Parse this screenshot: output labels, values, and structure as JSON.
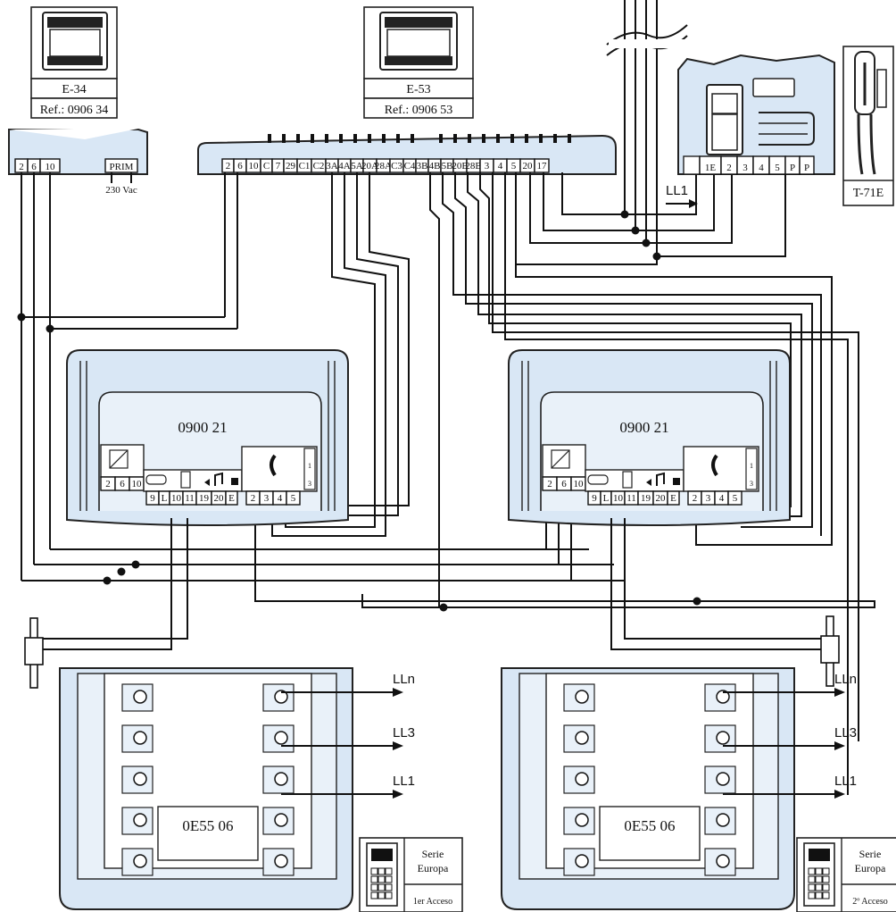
{
  "monitors_top": {
    "e34": {
      "model": "E-34",
      "ref": "Ref.: 0906 34",
      "terminals": [
        "2",
        "6",
        "10"
      ],
      "prim": "PRIM",
      "voltage": "230 Vac"
    },
    "e53": {
      "model": "E-53",
      "ref": "Ref.: 0906 53",
      "terminals": [
        "2",
        "6",
        "10",
        "C",
        "7",
        "29",
        "C1",
        "C2",
        "3A",
        "4A",
        "5A",
        "20A",
        "28A",
        "C3",
        "C4",
        "3B",
        "4B",
        "5B",
        "20B",
        "28B",
        "3",
        "4",
        "5",
        "20",
        "17"
      ]
    },
    "t71e": {
      "model": "T-71E",
      "terminals": [
        "1E",
        "2",
        "3",
        "4",
        "5",
        "P",
        "P"
      ],
      "line": "LL1"
    }
  },
  "door_panels": [
    {
      "module": "0900 21",
      "terminals_top": [
        "2",
        "6",
        "10"
      ],
      "terminals_bottom": [
        "9",
        "L",
        "10",
        "11",
        "19",
        "20",
        "E"
      ],
      "terminals_right": [
        "2",
        "3",
        "4",
        "5"
      ],
      "speaker_labels": [
        "1",
        "3"
      ],
      "pushbutton_module": "0E55 06",
      "lines": [
        "LLn",
        "LL3",
        "LL1"
      ],
      "series": "Serie Europa",
      "access": "1er Acceso"
    },
    {
      "module": "0900 21",
      "terminals_top": [
        "2",
        "6",
        "10"
      ],
      "terminals_bottom": [
        "9",
        "L",
        "10",
        "11",
        "19",
        "20",
        "E"
      ],
      "terminals_right": [
        "2",
        "3",
        "4",
        "5"
      ],
      "speaker_labels": [
        "1",
        "3"
      ],
      "pushbutton_module": "0E55 06",
      "lines": [
        "LLn",
        "LL3",
        "LL1"
      ],
      "series": "Serie Europa",
      "access": "2º Acceso"
    }
  ]
}
